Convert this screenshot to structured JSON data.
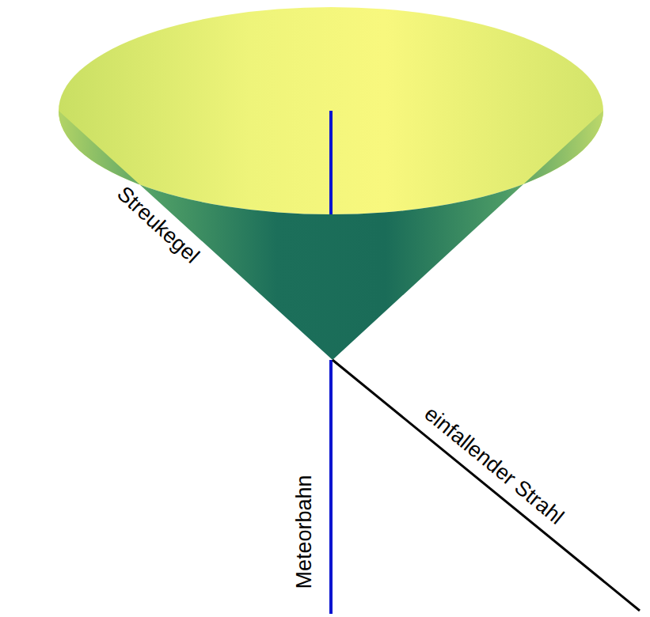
{
  "diagram": {
    "labels": [
      "Streukegel",
      "einfallender Strahl",
      "Meteorbahn"
    ]
  }
}
